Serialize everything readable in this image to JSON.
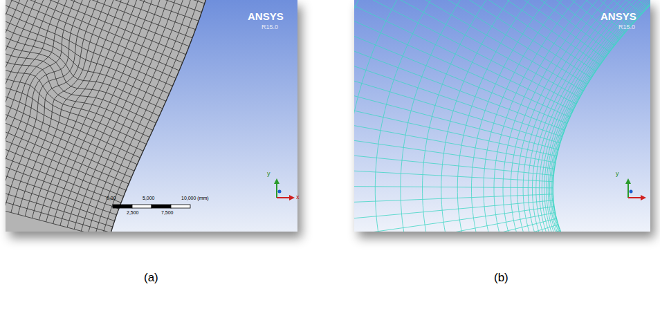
{
  "diagram": {
    "labels": [
      "ANSYS",
      "R15.0",
      "0,00",
      "5,000",
      "10,000 (mm)",
      "2,500",
      "7,500",
      "y",
      "x",
      "ANSYS",
      "R15.0",
      "y",
      "(a)",
      "(b)"
    ]
  }
}
